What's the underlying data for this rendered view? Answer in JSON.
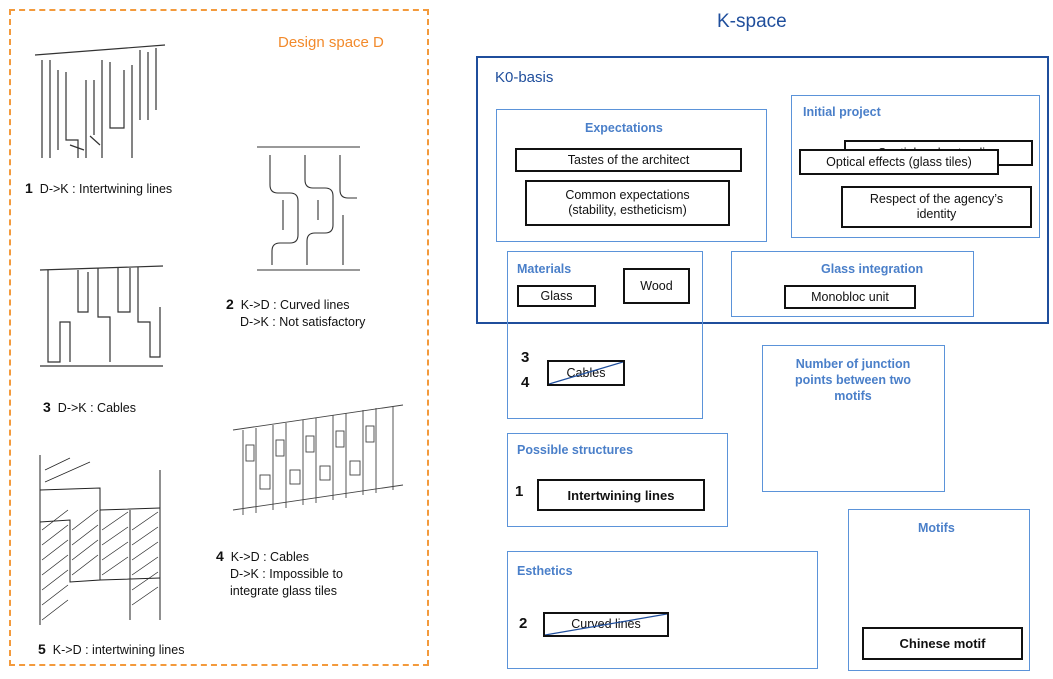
{
  "design_space": {
    "title": "Design space D",
    "sketches": [
      {
        "num": "1",
        "lines": [
          "D->K : Intertwining lines"
        ]
      },
      {
        "num": "2",
        "lines": [
          "K->D : Curved lines",
          "D->K : Not satisfactory"
        ]
      },
      {
        "num": "3",
        "lines": [
          "D->K : Cables"
        ]
      },
      {
        "num": "4",
        "lines": [
          "K->D : Cables",
          "D->K : Impossible to",
          "integrate glass tiles"
        ]
      },
      {
        "num": "5",
        "lines": [
          "K->D : intertwining lines"
        ]
      }
    ]
  },
  "k_space": {
    "title": "K-space",
    "k0_basis": "K0-basis",
    "expectations": {
      "label": "Expectations",
      "items": [
        "Tastes of the architect",
        "Common expectations\n(stability, estheticism)"
      ]
    },
    "initial_project": {
      "label": "Initial project",
      "items": [
        "Spatial understanding",
        "Optical effects (glass tiles)",
        "Respect of the agency’s\nidentity"
      ]
    },
    "materials": {
      "label": "Materials",
      "items": [
        "Glass",
        "Wood",
        "Cables"
      ],
      "nums": [
        "3",
        "4"
      ]
    },
    "glass_integration": {
      "label": "Glass integration",
      "items": [
        "Monobloc unit"
      ]
    },
    "junction": {
      "label": "Number of junction\npoints between two\nmotifs"
    },
    "possible_structures": {
      "label": "Possible structures",
      "items": [
        "Intertwining lines"
      ],
      "num": "1"
    },
    "esthetics": {
      "label": "Esthetics",
      "items": [
        "Curved lines"
      ],
      "num": "2"
    },
    "motifs": {
      "label": "Motifs",
      "items": [
        "Chinese motif"
      ]
    }
  },
  "colors": {
    "design_border": "#f39a3c",
    "kspace": "#1f4e9c",
    "concept_box": "#5b93d9",
    "concept_label": "#4a7fc9"
  }
}
